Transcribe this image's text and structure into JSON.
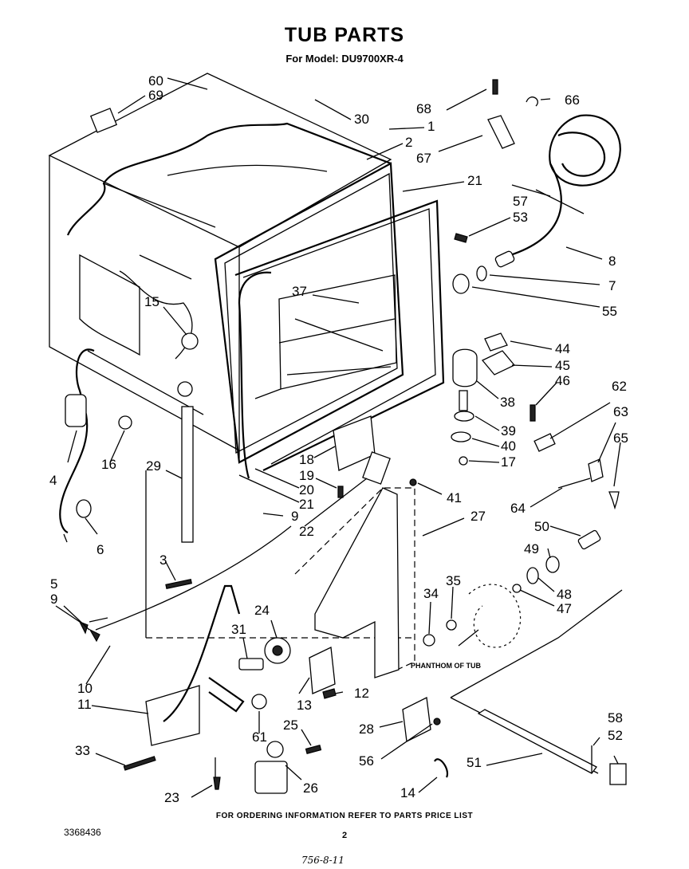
{
  "title": "TUB PARTS",
  "subtitle": "For Model: DU9700XR-4",
  "footer_note": "FOR ORDERING INFORMATION REFER TO PARTS PRICE LIST",
  "document_number": "3368436",
  "page_number": "2",
  "handwritten_note": "756-8-11",
  "phantom_label": "PHANTHOM OF TUB",
  "callouts": {
    "c60": "60",
    "c69": "69",
    "c30": "30",
    "c1": "1",
    "c2": "2",
    "c68": "68",
    "c66": "66",
    "c67": "67",
    "c21a": "21",
    "c57": "57",
    "c53": "53",
    "c8": "8",
    "c7": "7",
    "c55": "55",
    "c15": "15",
    "c37": "37",
    "c44": "44",
    "c45": "45",
    "c46": "46",
    "c38": "38",
    "c62": "62",
    "c63": "63",
    "c65": "65",
    "c39": "39",
    "c40": "40",
    "c17": "17",
    "c18": "18",
    "c19": "19",
    "c20": "20",
    "c21b": "21",
    "c41": "41",
    "c4": "4",
    "c16": "16",
    "c29": "29",
    "c6": "6",
    "c9a": "9",
    "c22": "22",
    "c27": "27",
    "c64": "64",
    "c50": "50",
    "c49": "49",
    "c48": "48",
    "c47": "47",
    "c35": "35",
    "c34": "34",
    "c3": "3",
    "c5": "5",
    "c9b": "9",
    "c24": "24",
    "c31": "31",
    "c10": "10",
    "c11": "11",
    "c12": "12",
    "c13": "13",
    "c33": "33",
    "c61": "61",
    "c25": "25",
    "c28": "28",
    "c58": "58",
    "c52": "52",
    "c56": "56",
    "c51": "51",
    "c14": "14",
    "c23": "23",
    "c26": "26"
  }
}
